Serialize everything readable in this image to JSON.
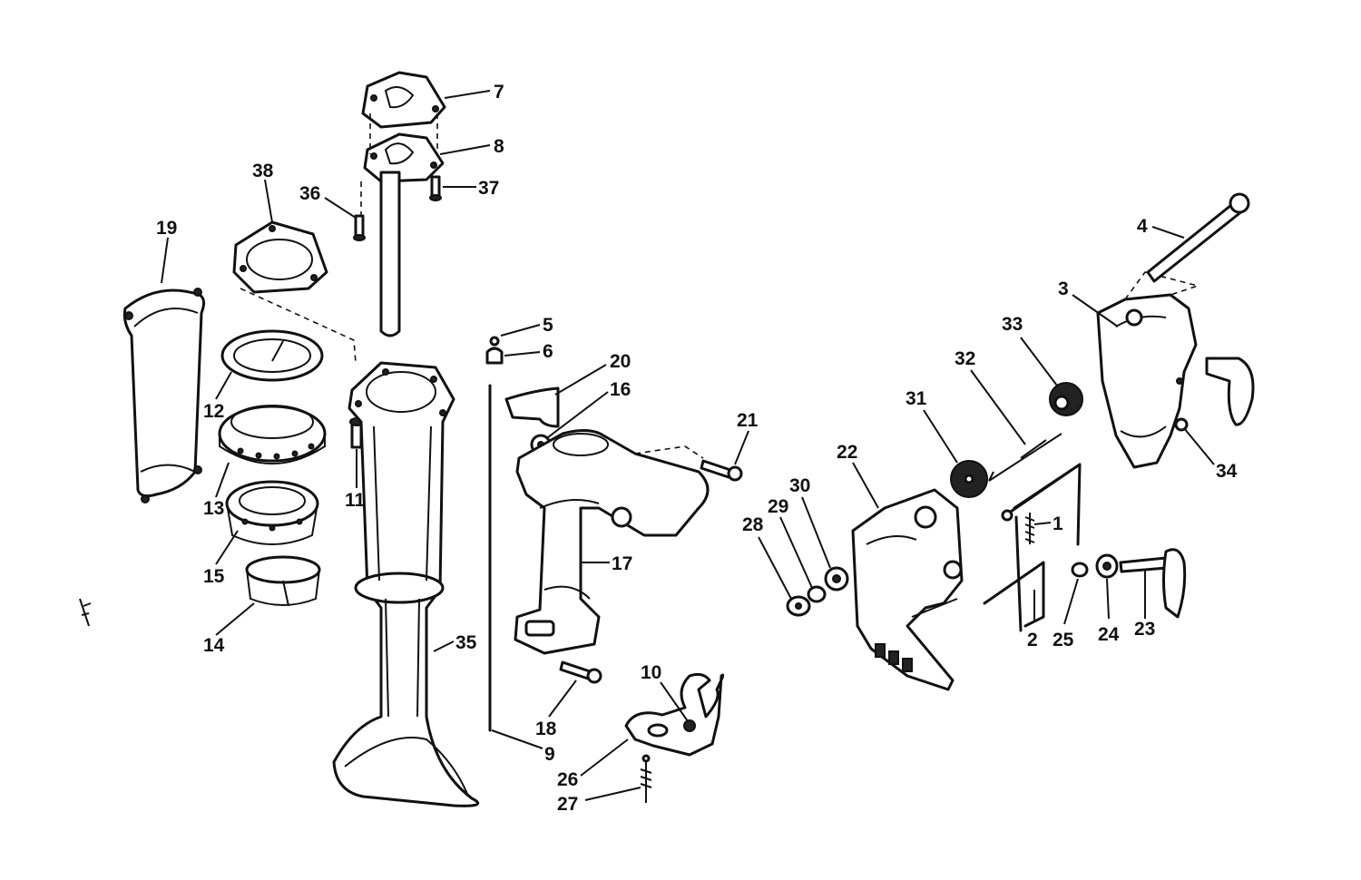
{
  "callouts": {
    "c1": "1",
    "c2": "2",
    "c3": "3",
    "c4": "4",
    "c5": "5",
    "c6": "6",
    "c7": "7",
    "c8": "8",
    "c9": "9",
    "c10": "10",
    "c11": "11",
    "c12": "12",
    "c13": "13",
    "c14": "14",
    "c15": "15",
    "c16": "16",
    "c17": "17",
    "c18": "18",
    "c19": "19",
    "c20": "20",
    "c21": "21",
    "c22": "22",
    "c23": "23",
    "c24": "24",
    "c25": "25",
    "c26": "26",
    "c27": "27",
    "c28": "28",
    "c29": "29",
    "c30": "30",
    "c31": "31",
    "c32": "32",
    "c33": "33",
    "c34": "34",
    "c35": "35",
    "c36": "36",
    "c37": "37",
    "c38": "38"
  }
}
